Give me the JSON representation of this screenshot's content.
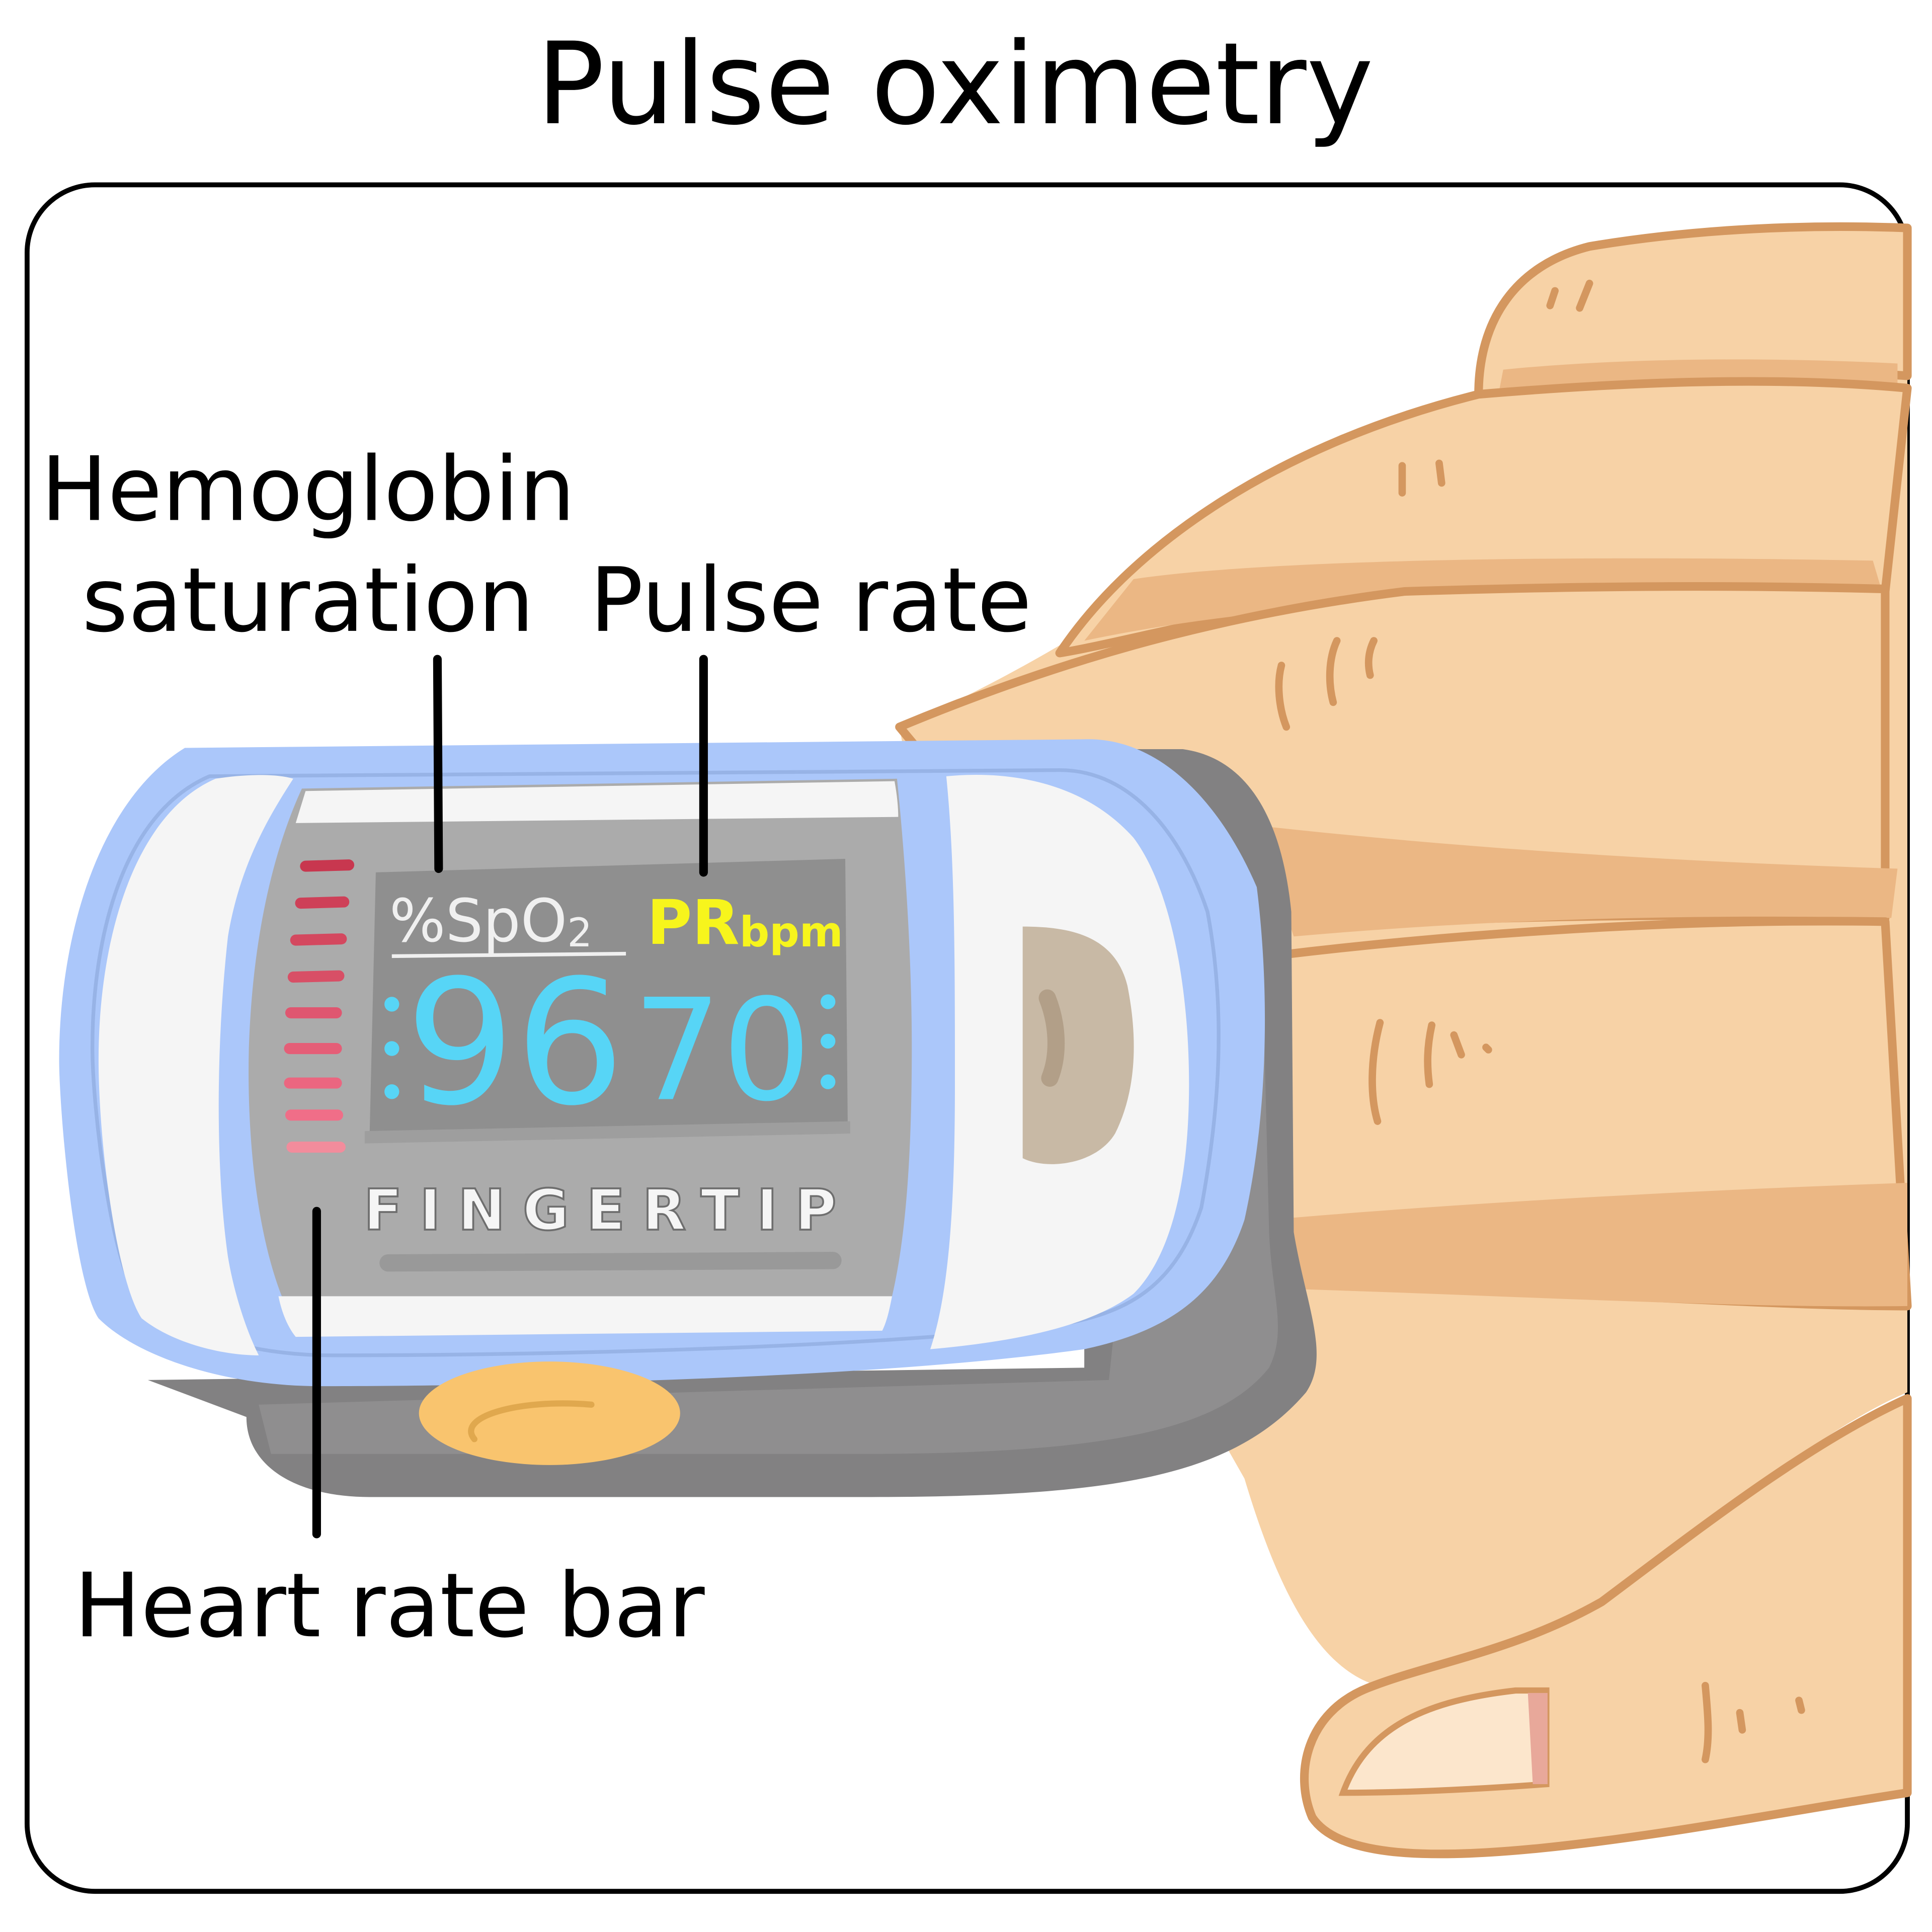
{
  "title": "Pulse oximetry",
  "labels": {
    "hemoglobin_line1": "Hemoglobin",
    "hemoglobin_line2": "saturation",
    "pulse_rate": "Pulse rate",
    "heart_rate_bar": "Heart rate bar"
  },
  "display": {
    "spo2_label_main": "%SpO",
    "spo2_label_sub": "2",
    "pr_label_main": "PR",
    "pr_label_sub": "bpm",
    "spo2_value": "96",
    "pr_value": "70",
    "brand": "FINGERTIP"
  },
  "colors": {
    "skin": "#F7D2A6",
    "skin_shadow": "#EBB784",
    "skin_outline": "#D4975F",
    "casing_blue": "#ABC7FA",
    "casing_dark": "#828182",
    "casing_white": "#F5F5F5",
    "panel_gray": "#ABABAB",
    "screen": "#8F8F8F",
    "value_cyan": "#57D5F6",
    "pr_yellow": "#F7F51C",
    "button_orange": "#F9C46E",
    "bar_red": "#D9455E"
  }
}
